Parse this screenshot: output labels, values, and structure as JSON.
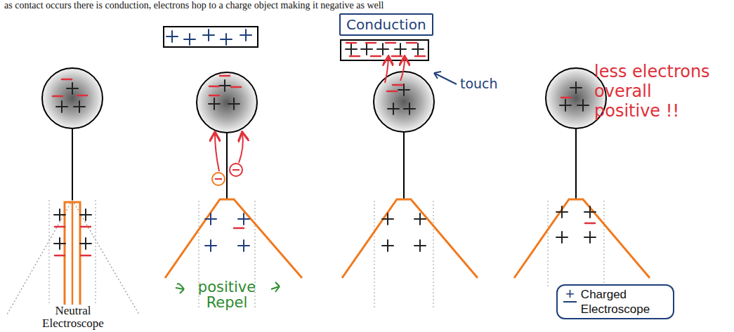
{
  "diagram": {
    "nodes": [
      {
        "text": [
          "Conduction"
        ]
      },
      {
        "text": [
          "+",
          "Charged Electroscope"
        ]
      }
    ],
    "labels": [
      "as contact occurs there is conduction, electrons hop to a charge object making it negative as well",
      "touch",
      "less electrons overall positive !!",
      "positive Repel",
      "Neutral Electroscope"
    ]
  }
}
